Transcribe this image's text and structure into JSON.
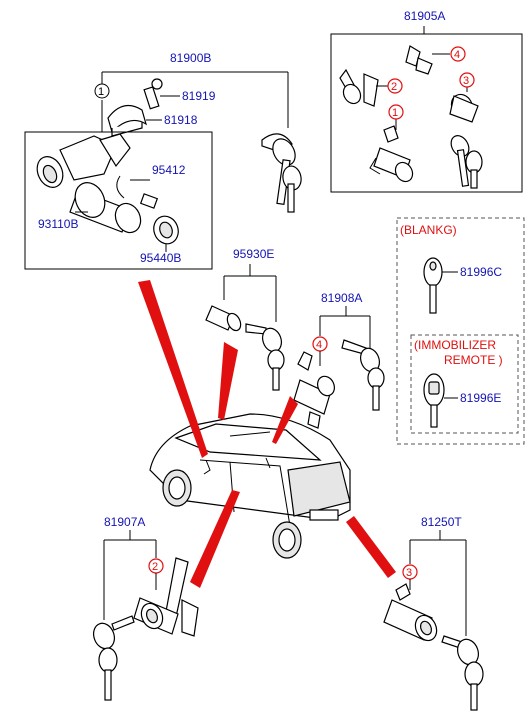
{
  "groups": {
    "lock_set": "81900B",
    "key_set": "81905A",
    "glove_lock": "95930E",
    "front_door_lock": "81908A",
    "rear_door_lock": "81907A",
    "tailgate_lock": "81250T"
  },
  "parts": {
    "p81919": "81919",
    "p81918": "81918",
    "p95412": "95412",
    "p93110B": "93110B",
    "p95440B": "95440B",
    "p81996C": "81996C",
    "p81996E": "81996E"
  },
  "notes": {
    "blank_line1": "(BLANKG)",
    "immob_line1": "(IMMOBILIZER",
    "immob_line2": "REMOTE )"
  },
  "callouts": {
    "c1": "1",
    "c2": "2",
    "c3": "3",
    "c4": "4"
  },
  "colors": {
    "label": "#1414b4",
    "callout": "#e01010",
    "pointer": "#e01010"
  }
}
